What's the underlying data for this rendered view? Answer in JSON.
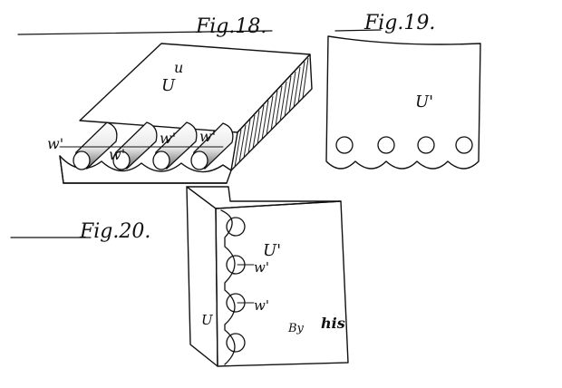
{
  "figures": {
    "fig18": {
      "caption": "Fig.18.",
      "labels": {
        "u": "u",
        "U": "U",
        "w1": "w'",
        "w2": "w'",
        "w3": "w'",
        "w4": "w'"
      }
    },
    "fig19": {
      "caption": "Fig.19.",
      "labels": {
        "U_prime": "U'"
      }
    },
    "fig20": {
      "caption": "Fig.20.",
      "labels": {
        "U_prime": "U'",
        "w1": "w'",
        "w2": "w'",
        "U_edge": "U"
      }
    }
  },
  "signature": {
    "by": "By",
    "his": "his"
  }
}
